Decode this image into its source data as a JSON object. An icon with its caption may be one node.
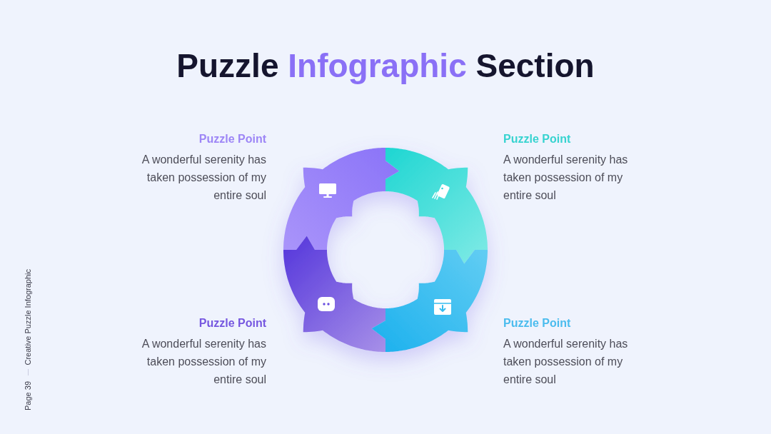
{
  "diagram": {
    "title": "Puzzle Infographic Section",
    "nodes": [
      {
        "text": [],
        "shape": "arc",
        "beside": [
          "Puzzle Point",
          "A wonderful serenity has taken possession of my entire soul"
        ]
      },
      {
        "text": [],
        "shape": "arc",
        "beside": [
          "Puzzle Point",
          "A wonderful serenity has taken possession of my entire soul"
        ]
      },
      {
        "text": [],
        "shape": "arc",
        "beside": [
          "Puzzle Point",
          "A wonderful serenity has taken possession of my entire soul"
        ]
      },
      {
        "text": [],
        "shape": "arc",
        "beside": [
          "Puzzle Point",
          "A wonderful serenity has taken possession of my entire soul"
        ]
      }
    ],
    "labels": [
      "Page 39",
      "Creative Puzzle Infographic"
    ]
  }
}
